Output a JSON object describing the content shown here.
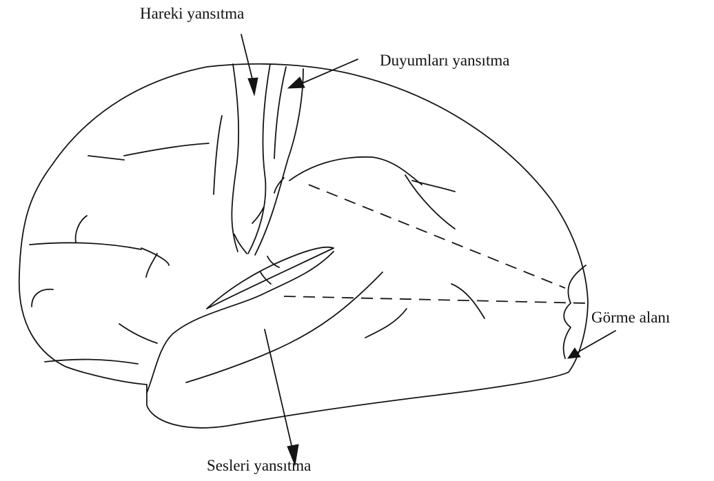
{
  "labels": {
    "motor": "Hareki yansıtma",
    "sensory": "Duyumları yansıtma",
    "visual": "Görme alanı",
    "auditory": "Sesleri yansıtma"
  },
  "colors": {
    "stroke": "#141414",
    "text": "#111111",
    "background": "#ffffff"
  }
}
